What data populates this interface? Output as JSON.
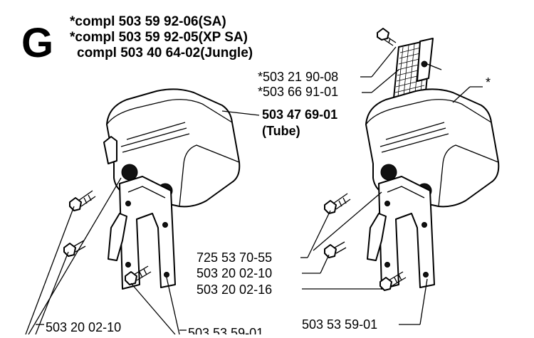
{
  "section_letter": "G",
  "header_lines": [
    "*compl 503 59 92-06(SA)",
    "*compl 503 59 92-05(XP SA)",
    "compl 503 40 64-02(Jungle)"
  ],
  "labels": {
    "screen_1": "*503 21 90-08",
    "screen_2": "*503 66 91-01",
    "muffler": "503 47 69-01",
    "muffler_note": "(Tube)",
    "star": "*",
    "right_screw_1": "725 53 70-55",
    "right_screw_2": "503 20 02-10",
    "right_screw_3": "503 20 02-16",
    "right_gasket": "503 53 59-01",
    "left_screw": "503 20 02-10",
    "left_gasket": "503 53 59-01"
  }
}
